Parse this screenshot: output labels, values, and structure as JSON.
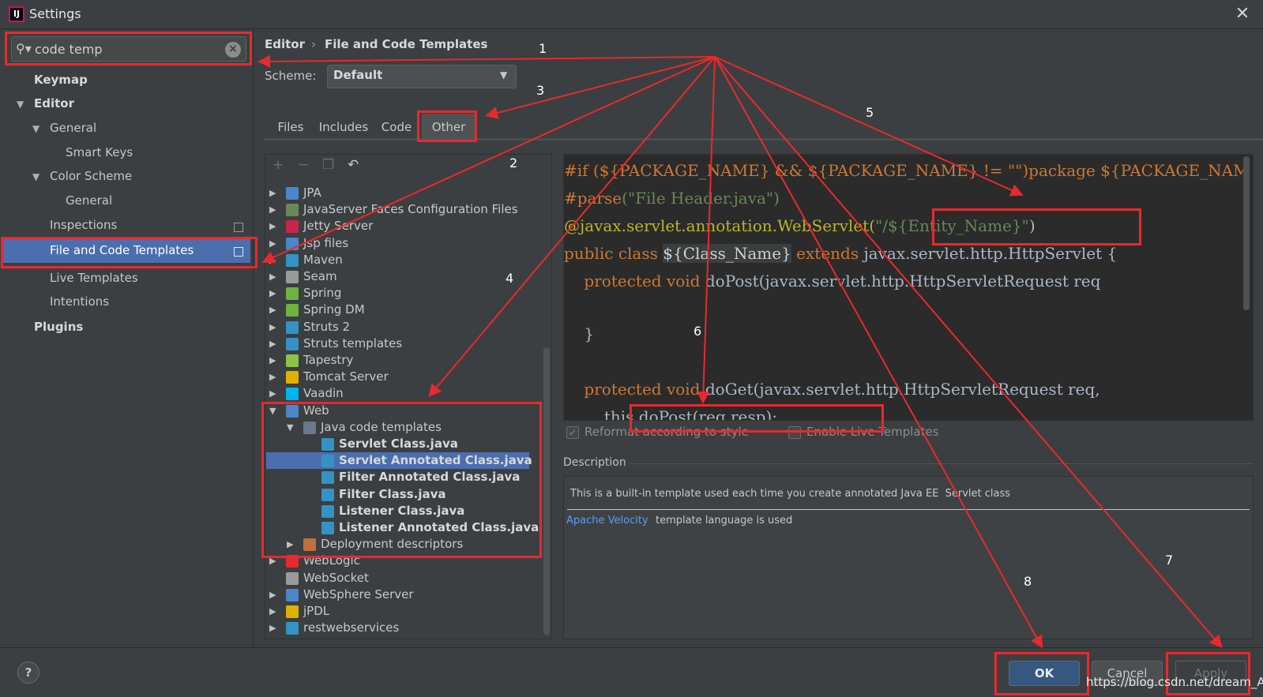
{
  "window": {
    "title": "Settings",
    "logo_text": "IJ"
  },
  "search": {
    "value": "code temp",
    "clear_icon": "×"
  },
  "nav": {
    "keymap": "Keymap",
    "editor": "Editor",
    "general": "General",
    "smart_keys": "Smart Keys",
    "color_scheme": "Color Scheme",
    "color_general": "General",
    "inspections": "Inspections",
    "file_templates": "File and Code Templates",
    "live_templates": "Live Templates",
    "intentions": "Intentions",
    "plugins": "Plugins"
  },
  "breadcrumb": {
    "root": "Editor",
    "separator": "›",
    "page": "File and Code Templates"
  },
  "scheme": {
    "label": "Scheme:",
    "value": "Default"
  },
  "tabs": [
    "Files",
    "Includes",
    "Code",
    "Other"
  ],
  "tree": [
    {
      "label": "JPA",
      "color": "#4a86c8"
    },
    {
      "label": "JavaServer Faces Configuration Files",
      "color": "#6a8759"
    },
    {
      "label": "Jetty Server",
      "color": "#c7254e"
    },
    {
      "label": "Jsp files",
      "color": "#4a86c8"
    },
    {
      "label": "Maven",
      "color": "#3592c4"
    },
    {
      "label": "Seam",
      "color": "#9a9a9a"
    },
    {
      "label": "Spring",
      "color": "#6db33f"
    },
    {
      "label": "Spring DM",
      "color": "#6db33f"
    },
    {
      "label": "Struts 2",
      "color": "#3592c4"
    },
    {
      "label": "Struts templates",
      "color": "#3592c4"
    },
    {
      "label": "Tapestry",
      "color": "#8bc34a"
    },
    {
      "label": "Tomcat Server",
      "color": "#e0b000"
    },
    {
      "label": "Vaadin",
      "color": "#00b4f0"
    }
  ],
  "web_group": {
    "label": "Web",
    "java_templates": "Java code templates",
    "items": [
      "Servlet Class.java",
      "Servlet Annotated Class.java",
      "Filter Annotated Class.java",
      "Filter Class.java",
      "Listener Class.java",
      "Listener Annotated Class.java"
    ],
    "deployment": "Deployment descriptors"
  },
  "tree_after": [
    {
      "label": "WebLogic",
      "color": "#e8292e"
    },
    {
      "label": "WebSocket",
      "color": "#9a9a9a"
    },
    {
      "label": "WebSphere Server",
      "color": "#4a86c8"
    },
    {
      "label": "jPDL",
      "color": "#e0b000"
    },
    {
      "label": "restwebservices",
      "color": "#3592c4"
    }
  ],
  "code": {
    "l1_a": "#if (${PACKAGE_NAME} && ${PACKAGE_NAME} != \"\")package ${PACKAGE_NAM",
    "l2_a": "#parse",
    "l2_b": "(\"File Header.java\")",
    "l3_a": "@javax.servlet.annotation.WebServlet(",
    "l3_b": "\"/${Entity_Name}\"",
    "l3_c": ")",
    "l4_a": "public class ",
    "l4_b": "${Class_Name}",
    "l4_c": " extends ",
    "l4_d": "javax.servlet.http.HttpServlet {",
    "l5_a": "    protected void ",
    "l5_b": "doPost(javax.servlet.http.HttpServletRequest req",
    "l6": "    }",
    "l7_a": "    protected void ",
    "l7_b": "doGet(javax.servlet.http.HttpServletRequest req,",
    "l8": "        this.doPost(req,resp);"
  },
  "options": {
    "reformat": "Reformat according to style",
    "live": "Enable Live Templates"
  },
  "description": {
    "label": "Description",
    "text": "This is a built-in template used each time you create annotated Java EE  Servlet class",
    "link": "Apache Velocity",
    "rest": "template language is used"
  },
  "buttons": {
    "ok": "OK",
    "cancel": "Cancel",
    "apply": "Apply",
    "help": "?"
  },
  "annotations": [
    "1",
    "2",
    "3",
    "4",
    "5",
    "6",
    "7",
    "8"
  ],
  "watermark": "https://blog.csdn.net/dream_AI",
  "colors": {
    "annotation": "#e8292e",
    "selection": "#4b6eaf",
    "link": "#589df6"
  }
}
